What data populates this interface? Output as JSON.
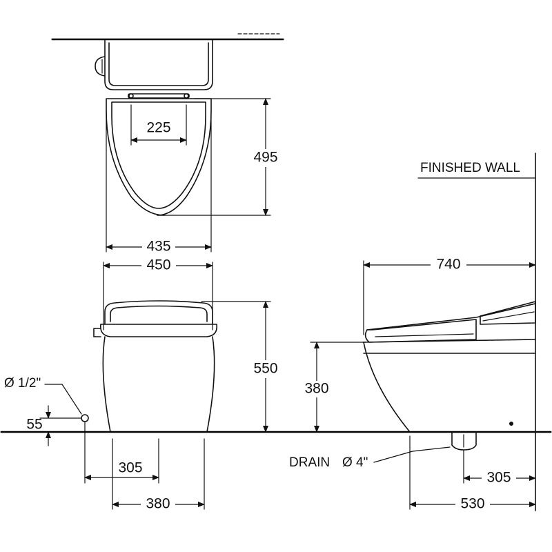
{
  "labels": {
    "finished_wall": "FINISHED WALL",
    "drain": "DRAIN",
    "drain_size": "Ø 4\"",
    "supply_size": "Ø 1/2\""
  },
  "dimensions": {
    "seat_hinge_spacing": "225",
    "bowl_depth": "495",
    "seat_width": "435",
    "overall_width": "450",
    "overall_height": "550",
    "seat_height": "380",
    "overall_length": "740",
    "supply_height": "55",
    "supply_offset": "305",
    "supply_to_edge": "380",
    "rough_in": "305",
    "wall_to_front": "530"
  },
  "colors": {
    "line": "#111111",
    "background": "#ffffff"
  }
}
